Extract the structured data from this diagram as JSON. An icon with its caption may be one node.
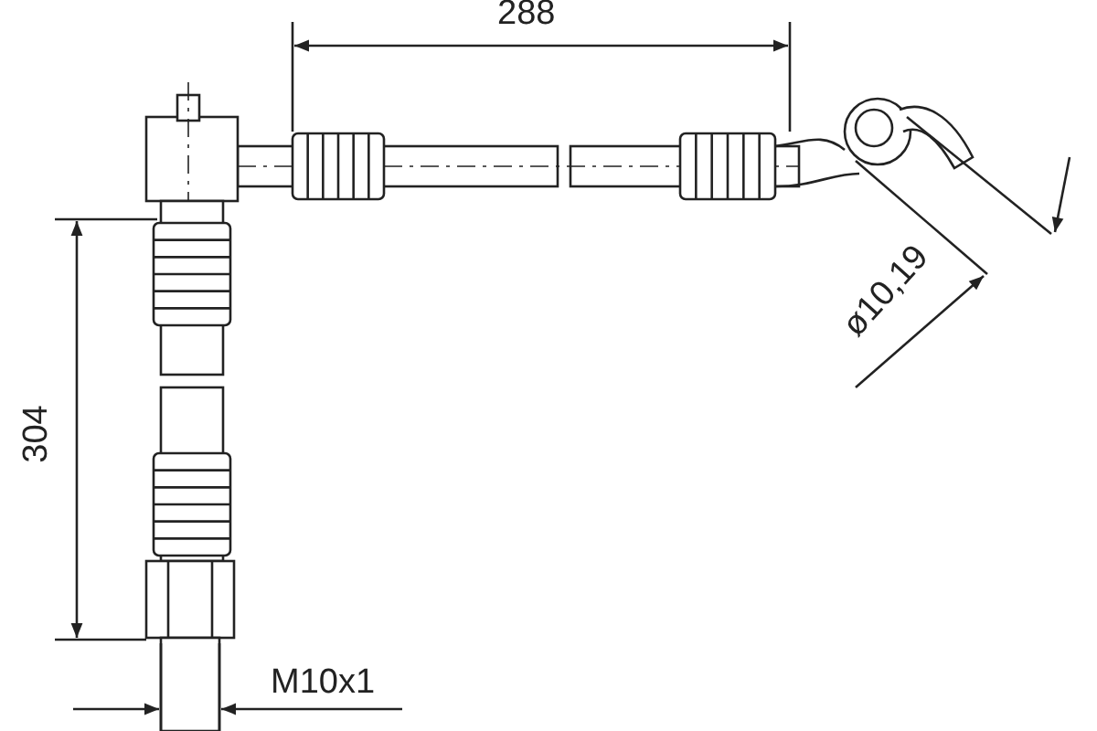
{
  "diagram": {
    "labels": [
      "288",
      "ø10,19",
      "304",
      "M10x1"
    ]
  }
}
